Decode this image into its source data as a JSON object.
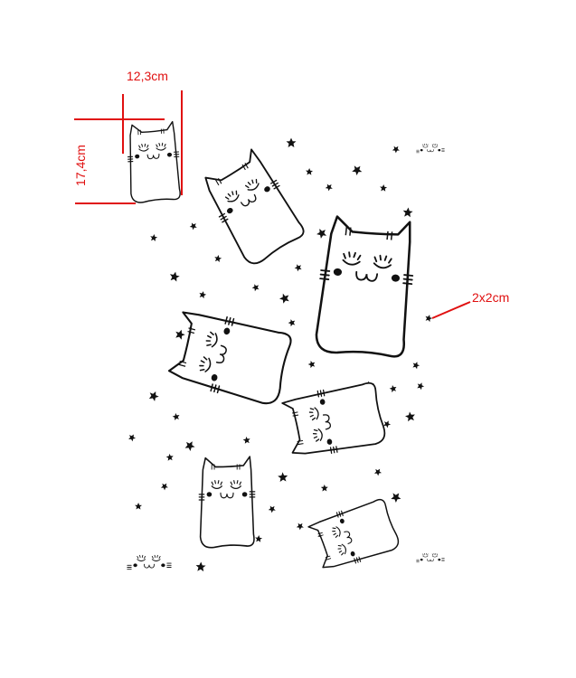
{
  "annotations": {
    "width_label": "12,3cm",
    "height_label": "17,4cm",
    "star_size_label": "2x2cm"
  },
  "colors": {
    "line": "#111111",
    "annotation": "#e01010",
    "background": "#ffffff"
  },
  "pattern": {
    "motif": "sleeping-cat",
    "secondary_motif": "star-icon"
  }
}
